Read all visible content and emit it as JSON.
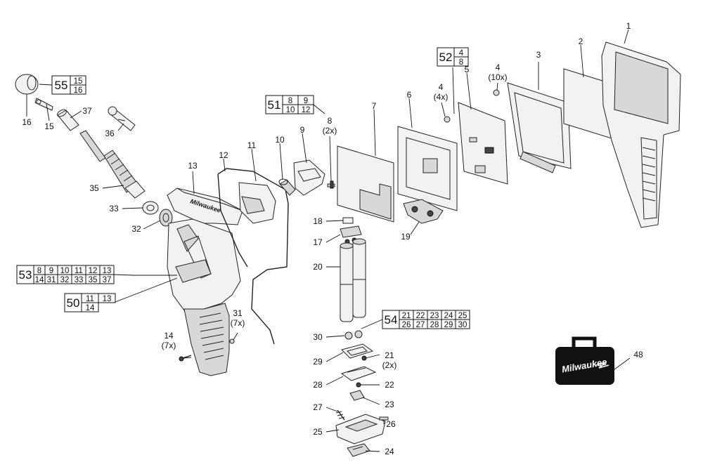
{
  "parts": [
    {
      "n": "1"
    },
    {
      "n": "2"
    },
    {
      "n": "3"
    },
    {
      "n": "4",
      "qty": "(10x)"
    },
    {
      "n": "4",
      "qty": "(4x)"
    },
    {
      "n": "5"
    },
    {
      "n": "6"
    },
    {
      "n": "7"
    },
    {
      "n": "8",
      "qty": "(2x)"
    },
    {
      "n": "9"
    },
    {
      "n": "10"
    },
    {
      "n": "11"
    },
    {
      "n": "12"
    },
    {
      "n": "13"
    },
    {
      "n": "14",
      "qty": "(7x)"
    },
    {
      "n": "15"
    },
    {
      "n": "16"
    },
    {
      "n": "17"
    },
    {
      "n": "18"
    },
    {
      "n": "19"
    },
    {
      "n": "20"
    },
    {
      "n": "21",
      "qty": "(2x)"
    },
    {
      "n": "22"
    },
    {
      "n": "23"
    },
    {
      "n": "24"
    },
    {
      "n": "25"
    },
    {
      "n": "26"
    },
    {
      "n": "27"
    },
    {
      "n": "28"
    },
    {
      "n": "29"
    },
    {
      "n": "30"
    },
    {
      "n": "31",
      "qty": "(7x)"
    },
    {
      "n": "32"
    },
    {
      "n": "33"
    },
    {
      "n": "35"
    },
    {
      "n": "36"
    },
    {
      "n": "37"
    },
    {
      "n": "48"
    }
  ],
  "kits": {
    "k55": {
      "id": "55",
      "rows": [
        [
          "15"
        ],
        [
          "16"
        ]
      ]
    },
    "k51": {
      "id": "51",
      "rows": [
        [
          "8",
          "9"
        ],
        [
          "10",
          "12"
        ]
      ]
    },
    "k52": {
      "id": "52",
      "rows": [
        [
          "4"
        ],
        [
          "8"
        ]
      ]
    },
    "k53": {
      "id": "53",
      "rows": [
        [
          "8",
          "9",
          "10",
          "11",
          "12",
          "13"
        ],
        [
          "14",
          "31",
          "32",
          "33",
          "35",
          "37"
        ]
      ]
    },
    "k50": {
      "id": "50",
      "rows": [
        [
          "11",
          "13"
        ],
        [
          "14"
        ]
      ]
    },
    "k54": {
      "id": "54",
      "rows": [
        [
          "21",
          "22",
          "23",
          "24",
          "25"
        ],
        [
          "26",
          "27",
          "28",
          "29",
          "30"
        ]
      ]
    }
  },
  "case_logo": "Milwaukee",
  "brand_mark": "Milwaukee"
}
